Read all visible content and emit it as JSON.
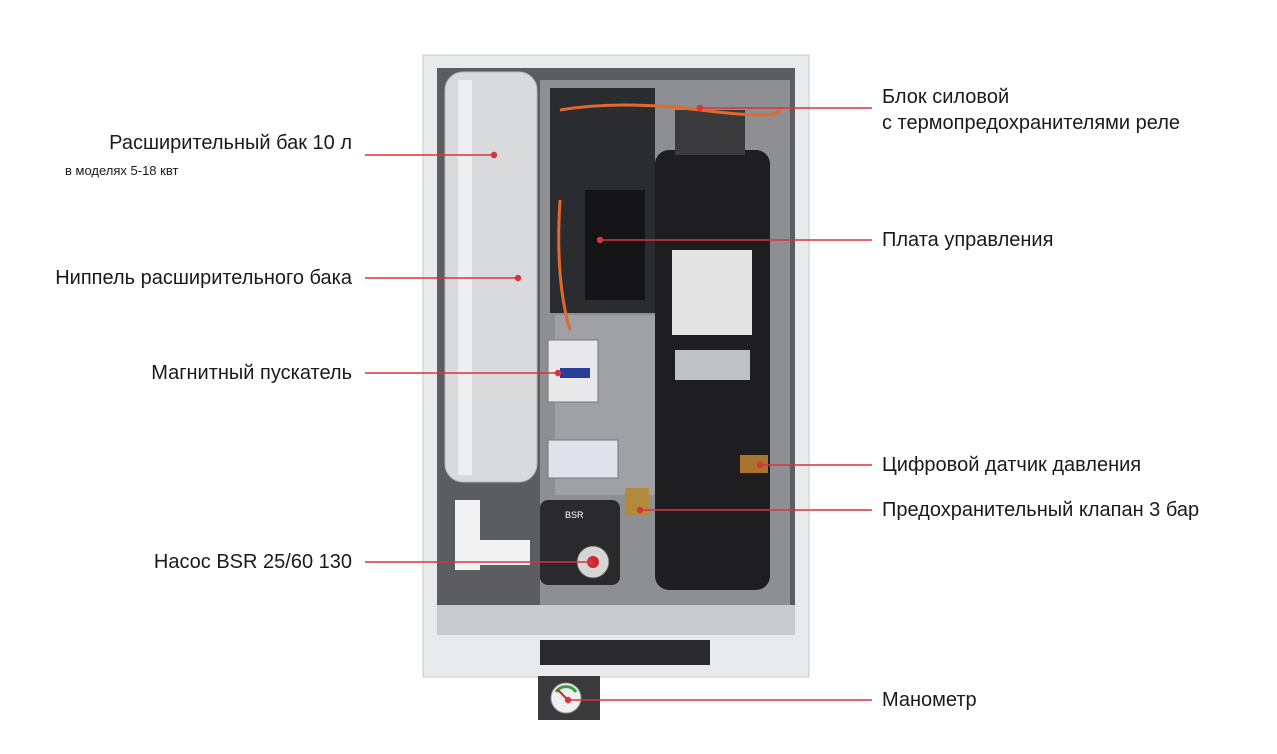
{
  "colors": {
    "callout_line": "#d8343c",
    "casing": "#e9eaec",
    "interior": "#5b5d61",
    "heater": "#1e1e20"
  },
  "callouts": {
    "expansion_tank": {
      "title": "Расширительный бак 10 л",
      "note": "в моделях 5-18 квт"
    },
    "tank_nipple": "Ниппель расширительного бака",
    "magnetic_starter": "Магнитный пускатель",
    "pump": "Насос BSR 25/60 130",
    "power_block": {
      "line1": "Блок силовой",
      "line2": "с термопредохранителями реле"
    },
    "control_board": "Плата управления",
    "pressure_sensor": "Цифровой датчик давления",
    "safety_valve": "Предохранительный клапан 3 бар",
    "manometer": "Манометр"
  },
  "product_markings": {
    "pump_brand": "BSR"
  }
}
